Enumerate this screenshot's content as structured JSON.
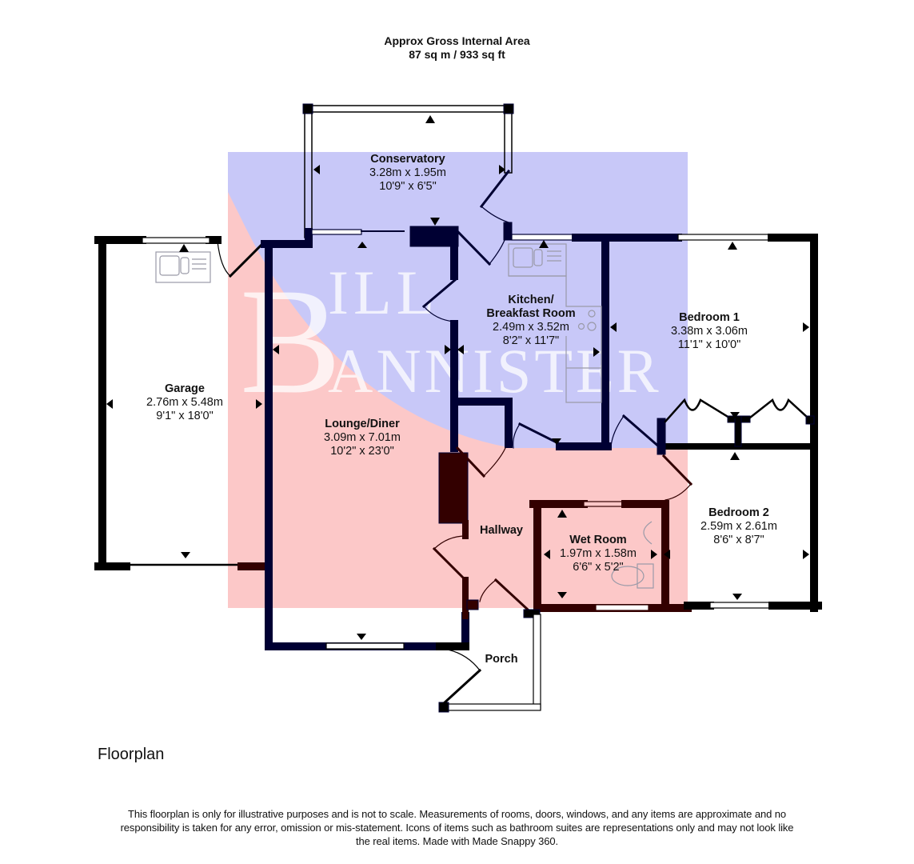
{
  "header": {
    "area_title": "Approx Gross Internal Area",
    "area_value": "87 sq m / 933 sq ft"
  },
  "watermark": {
    "text_line1": "BILL",
    "text_line2": "BANNISTER",
    "colors": {
      "blue": "#c8c8f8",
      "pink": "#fcc8c8",
      "letters": "#ffffff"
    }
  },
  "colors": {
    "wall": "#000033",
    "wall_pink": "#330000",
    "fixture": "#9a9aa8"
  },
  "rooms": [
    {
      "name": "Conservatory",
      "metric": "3.28m x 1.95m",
      "imperial": "10'9\" x 6'5\""
    },
    {
      "name": "Kitchen/",
      "name2": "Breakfast Room",
      "metric": "2.49m x 3.52m",
      "imperial": "8'2\" x 11'7\""
    },
    {
      "name": "Bedroom 1",
      "metric": "3.38m x 3.06m",
      "imperial": "11'1\" x 10'0\""
    },
    {
      "name": "Garage",
      "metric": "2.76m x 5.48m",
      "imperial": "9'1\" x 18'0\""
    },
    {
      "name": "Lounge/Diner",
      "metric": "3.09m x 7.01m",
      "imperial": "10'2\" x 23'0\""
    },
    {
      "name": "Hallway"
    },
    {
      "name": "Wet Room",
      "metric": "1.97m x 1.58m",
      "imperial": "6'6\" x 5'2\""
    },
    {
      "name": "Bedroom 2",
      "metric": "2.59m x 2.61m",
      "imperial": "8'6\" x 8'7\""
    },
    {
      "name": "Porch"
    }
  ],
  "floor_name": "Floorplan",
  "footer": {
    "disclaimer": "This floorplan is only for illustrative purposes and is not to scale. Measurements of rooms, doors, windows, and any items are approximate and no responsibility is taken for any error, omission or mis-statement. Icons of items such as bathroom suites are representations only and may not look like the real items. Made with Made Snappy 360."
  }
}
